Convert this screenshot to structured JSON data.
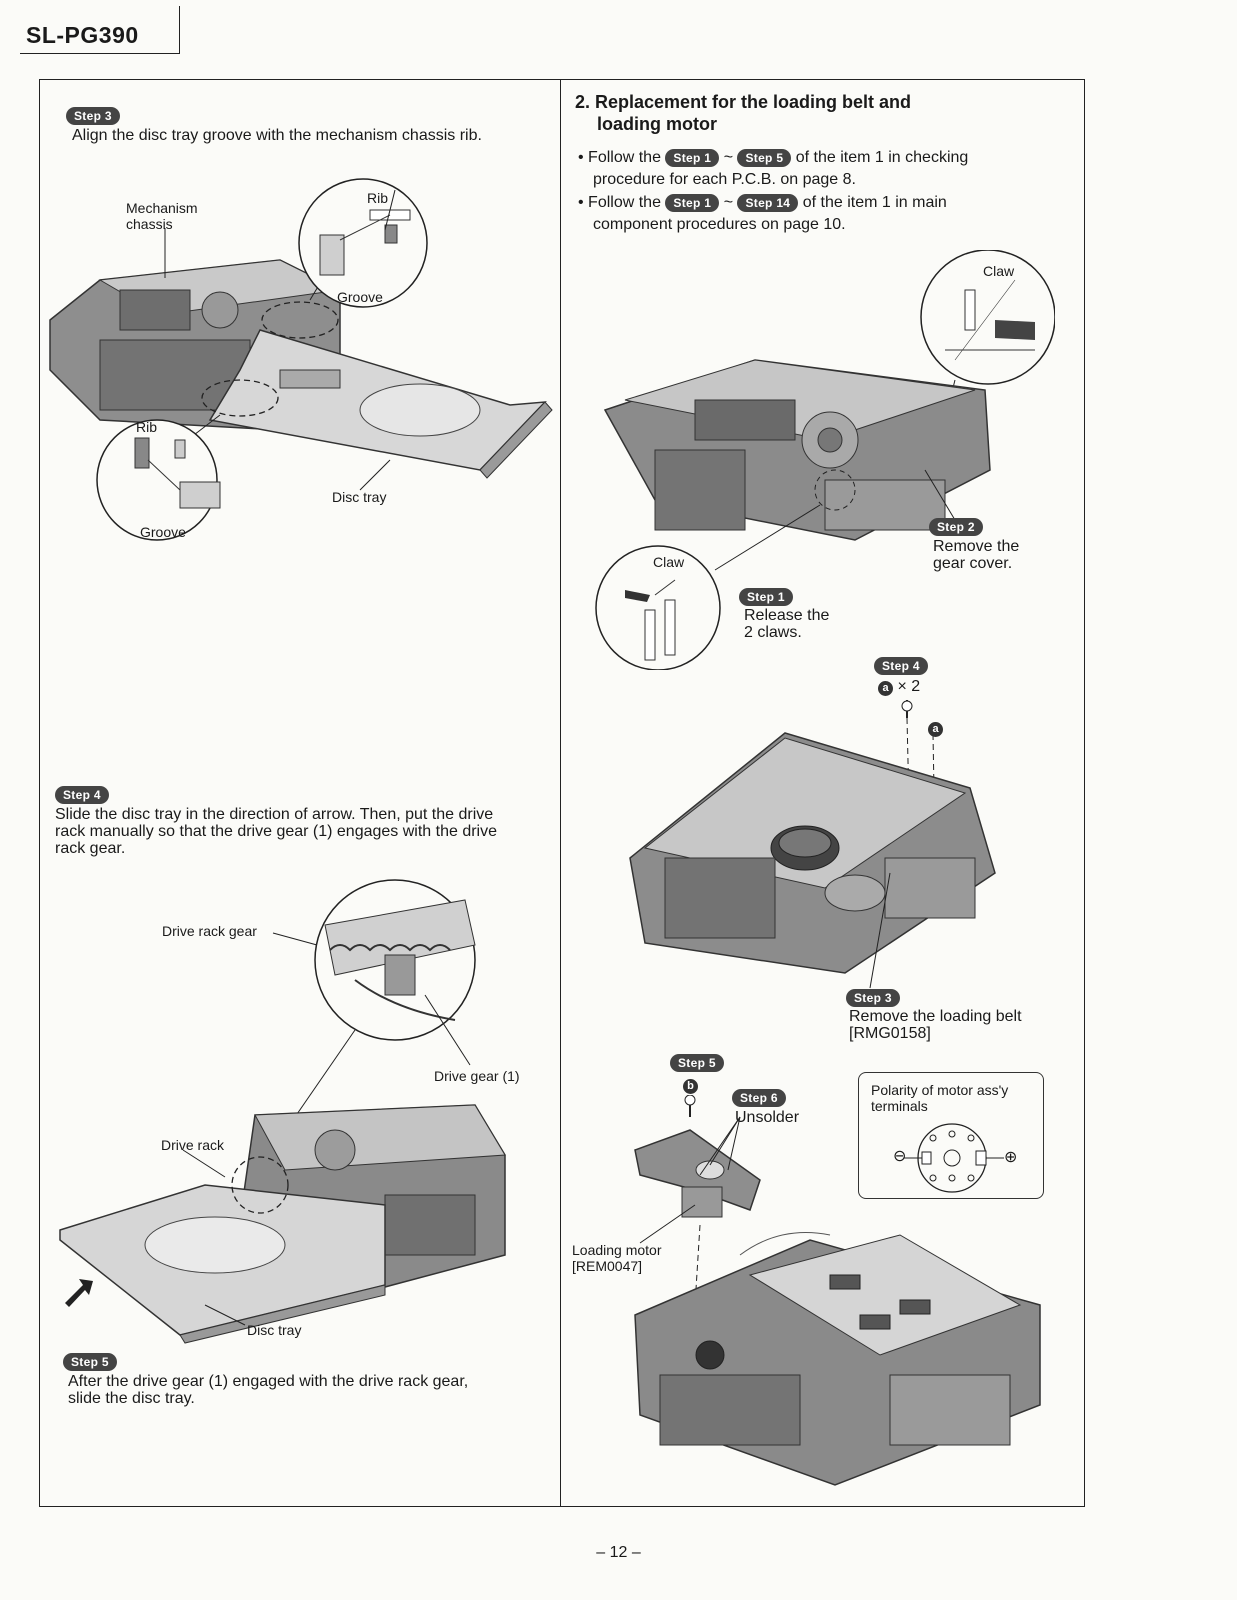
{
  "header": {
    "model": "SL-PG390"
  },
  "left": {
    "step3": {
      "badge": "Step 3",
      "text": "Align the disc tray groove with the mechanism chassis rib."
    },
    "fig1": {
      "mechanism_chassis_line1": "Mechanism",
      "mechanism_chassis_line2": "chassis",
      "rib_top": "Rib",
      "groove_top": "Groove",
      "rib_bottom": "Rib",
      "groove_bottom": "Groove",
      "disc_tray": "Disc tray"
    },
    "step4": {
      "badge": "Step 4",
      "line1": "Slide the disc tray in the direction of arrow.  Then, put the drive",
      "line2": "rack manually so that the drive gear (1) engages with the drive",
      "line3": "rack gear."
    },
    "fig2": {
      "drive_rack_gear": "Drive rack gear",
      "drive_gear": "Drive gear (1)",
      "drive_rack": "Drive rack",
      "disc_tray": "Disc tray"
    },
    "step5": {
      "badge": "Step 5",
      "line1": "After the drive gear (1) engaged with the drive rack gear,",
      "line2": "slide the disc tray."
    }
  },
  "right": {
    "heading_line1": "2. Replacement for the loading belt and",
    "heading_line2": "loading motor",
    "bullet1": {
      "prefix": "• Follow the",
      "badge_a": "Step 1",
      "tilde": "~",
      "badge_b": "Step 5",
      "suffix": "of the item 1 in checking",
      "line2": "procedure for each P.C.B. on page 8."
    },
    "bullet2": {
      "prefix": "• Follow the",
      "badge_a": "Step 1",
      "tilde": "~",
      "badge_b": "Step 14",
      "suffix": "of the item 1 in main",
      "line2": "component procedures on page 10."
    },
    "fig3": {
      "claw_top": "Claw",
      "claw_left": "Claw",
      "step1_badge": "Step 1",
      "step1_line1": "Release the",
      "step1_line2": "2 claws.",
      "step2_badge": "Step 2",
      "step2_line1": "Remove the",
      "step2_line2": "gear cover."
    },
    "fig4": {
      "step4_badge": "Step 4",
      "screw_letter": "a",
      "screw_count": "× 2",
      "screw_marker": "a",
      "step3_badge": "Step 3",
      "step3_line1": "Remove the loading belt",
      "step3_line2": "[RMG0158]"
    },
    "fig5": {
      "step5_badge": "Step 5",
      "screw_letter": "b",
      "step6_badge": "Step 6",
      "unsolder": "Unsolder",
      "loading_motor_line1": "Loading motor",
      "loading_motor_line2": "[REM0047]",
      "polarity_line1": "Polarity of motor ass'y",
      "polarity_line2": "terminals",
      "minus": "⊖",
      "plus": "⊕"
    }
  },
  "footer": {
    "page": "– 12 –"
  },
  "colors": {
    "ink": "#1a1a1a",
    "badge": "#444444",
    "paper": "#fbfbf8"
  }
}
